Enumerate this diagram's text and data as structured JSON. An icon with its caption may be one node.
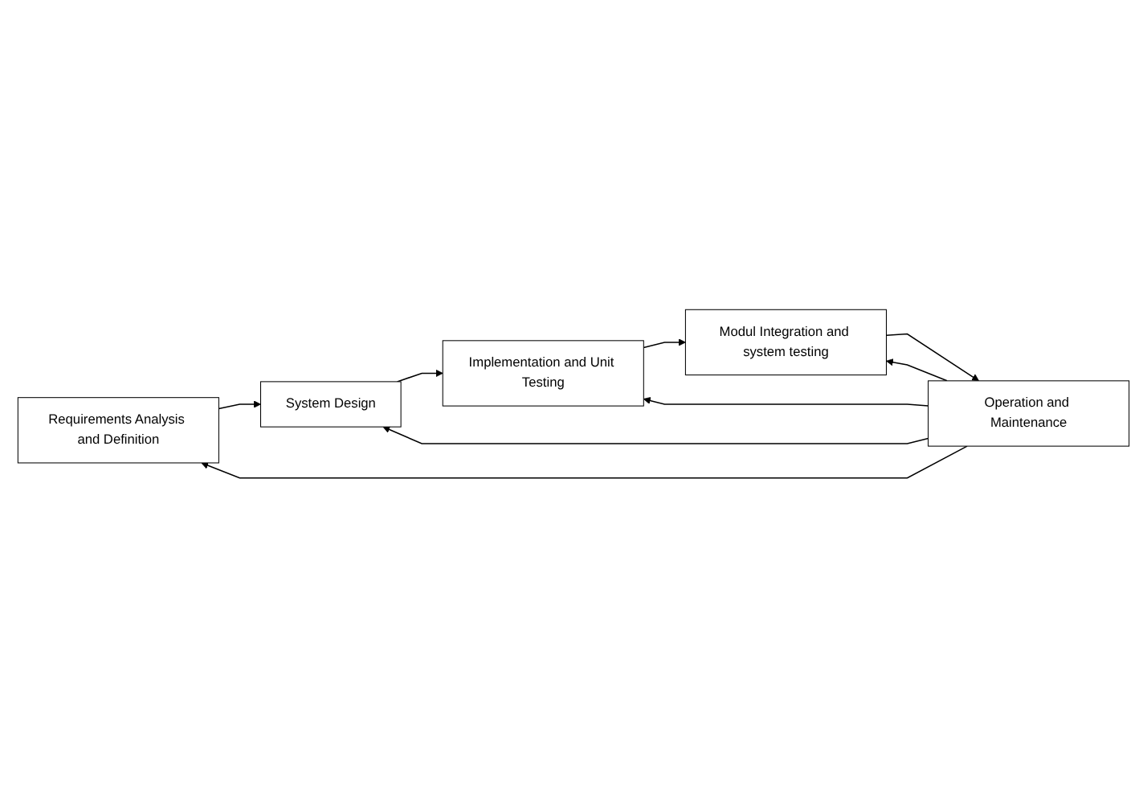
{
  "diagram": {
    "nodes": [
      {
        "text": [
          "Requirements Analysis and Definition"
        ]
      },
      {
        "text": [
          "System Design"
        ]
      },
      {
        "text": [
          "Implementation and Unit Testing"
        ]
      },
      {
        "text": [
          "Modul Integration and system testing"
        ]
      },
      {
        "text": [
          "Operation and Maintenance"
        ]
      }
    ],
    "edges": [
      {
        "from": 0,
        "to": 1,
        "arrow": "to"
      },
      {
        "from": 1,
        "to": 2,
        "arrow": "to"
      },
      {
        "from": 2,
        "to": 3,
        "arrow": "to"
      },
      {
        "from": 3,
        "to": 4,
        "arrow": "to"
      },
      {
        "from": 4,
        "to": 0,
        "arrow": "to"
      },
      {
        "from": 4,
        "to": 1,
        "arrow": "to"
      },
      {
        "from": 4,
        "to": 2,
        "arrow": "to"
      },
      {
        "from": 4,
        "to": 3,
        "arrow": "to"
      }
    ]
  }
}
